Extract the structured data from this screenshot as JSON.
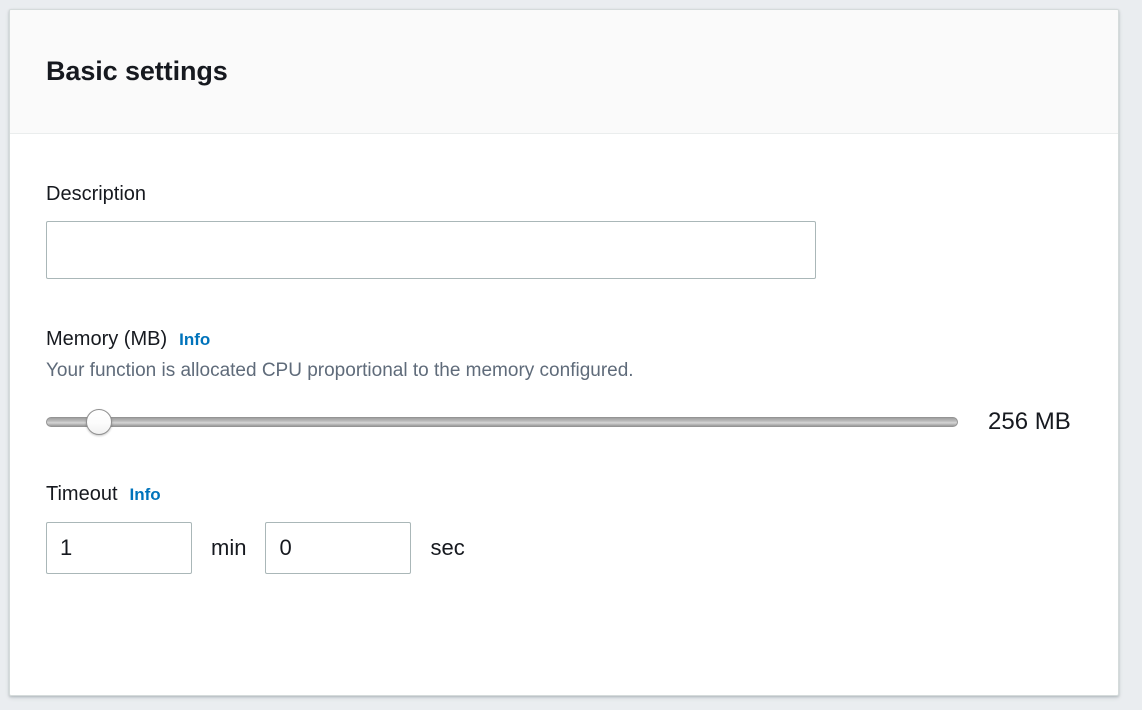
{
  "card": {
    "title": "Basic settings"
  },
  "description": {
    "label": "Description",
    "value": "",
    "placeholder": ""
  },
  "memory": {
    "label": "Memory (MB)",
    "info_label": "Info",
    "hint": "Your function is allocated CPU proportional to the memory configured.",
    "value_text": "256 MB",
    "slider_percent": 5.8
  },
  "timeout": {
    "label": "Timeout",
    "info_label": "Info",
    "minutes_value": "1",
    "minutes_unit": "min",
    "seconds_value": "0",
    "seconds_unit": "sec"
  },
  "colors": {
    "link": "#0073bb",
    "text": "#16191f",
    "muted": "#5f6b7a",
    "border": "#aab7b8",
    "header_bg": "#fafafa",
    "page_bg": "#eaedf0"
  }
}
